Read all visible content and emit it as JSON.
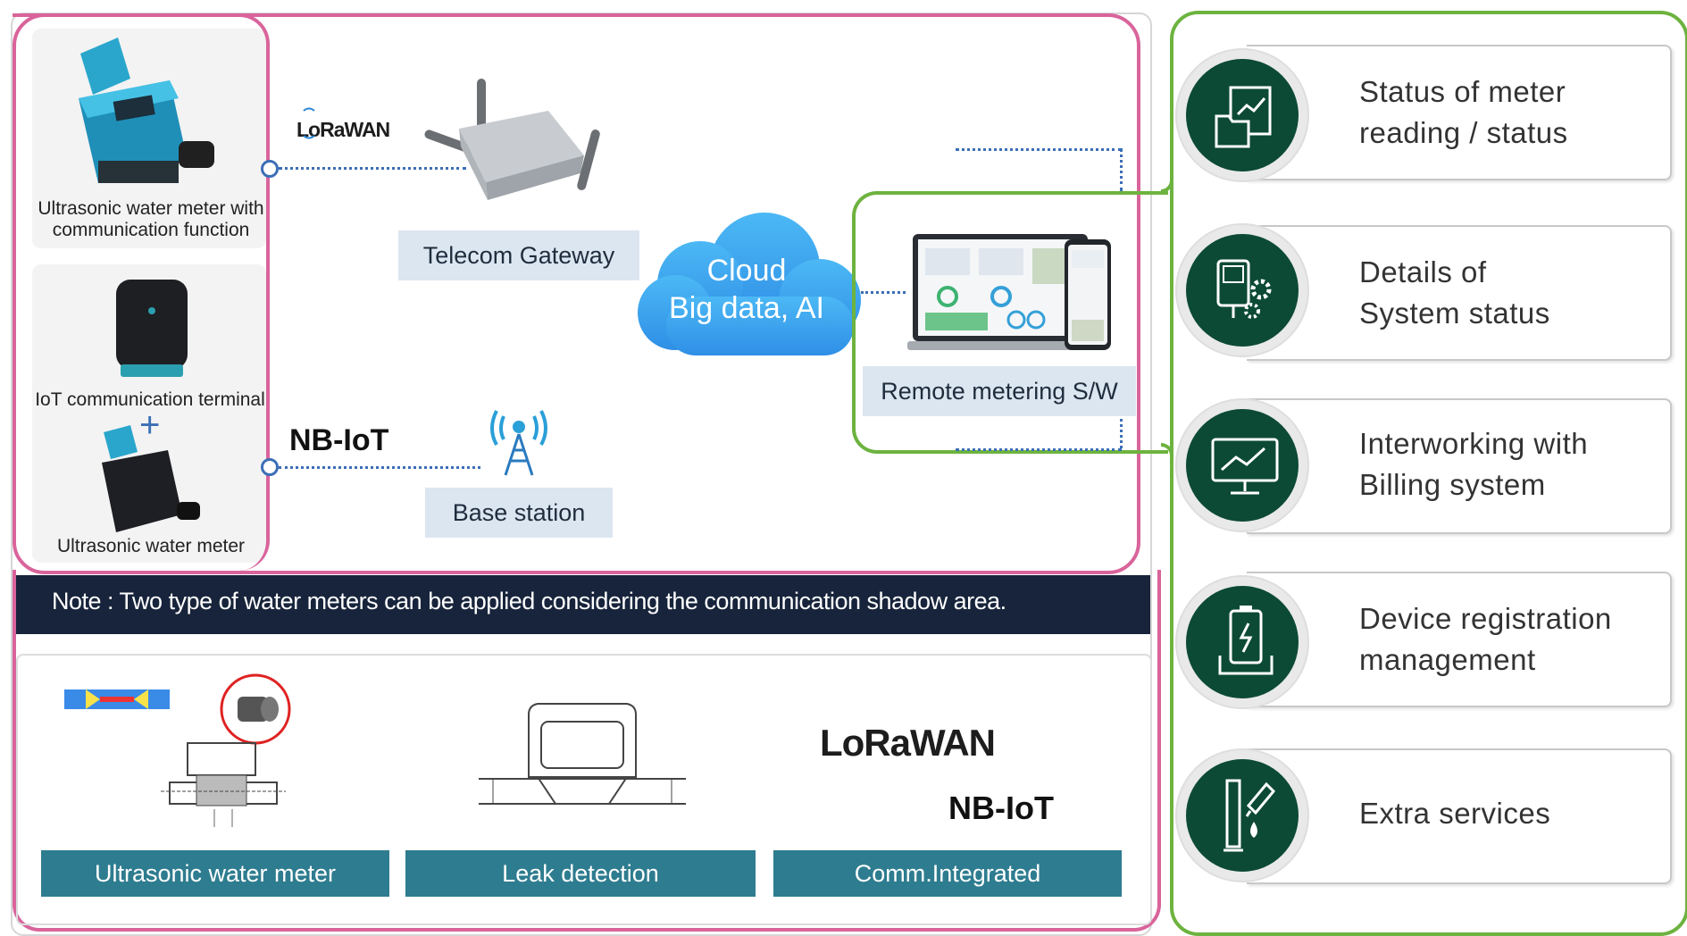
{
  "devices": {
    "meter_with_comm": "Ultrasonic water meter with\ncommunication function",
    "iot_terminal": "IoT communication terminal",
    "plus": "+",
    "ultrasonic_meter": "Ultrasonic water meter"
  },
  "network": {
    "lorawan": "LoRaWAN",
    "nbiot": "NB-IoT",
    "telecom_gateway": "Telecom Gateway",
    "base_station": "Base station"
  },
  "cloud": {
    "line1": "Cloud",
    "line2": "Big data, AI"
  },
  "software": {
    "label": "Remote metering S/W"
  },
  "note": "Note : Two type of water meters can be applied considering the communication shadow area.",
  "bottom": {
    "buttons": [
      "Ultrasonic water meter",
      "Leak detection",
      "Comm.Integrated"
    ],
    "lorawan": "LoRaWAN",
    "nbiot": "NB-IoT"
  },
  "features": [
    {
      "text": "Status of meter\nreading / status",
      "icon": "folder-chart-icon"
    },
    {
      "text": "Details of\nSystem status",
      "icon": "device-gear-icon"
    },
    {
      "text": "Interworking with\nBilling system",
      "icon": "monitor-chart-icon"
    },
    {
      "text": "Device registration\nmanagement",
      "icon": "battery-device-icon"
    },
    {
      "text": "Extra services",
      "icon": "pipe-drop-icon"
    }
  ],
  "colors": {
    "pink_frame": "#d9649b",
    "green_frame": "#6db33f",
    "note_bar": "#17243b",
    "teal_button": "#2e7c8f",
    "icon_green": "#0c4a35",
    "cloud_blue": "#3fa1ec"
  }
}
